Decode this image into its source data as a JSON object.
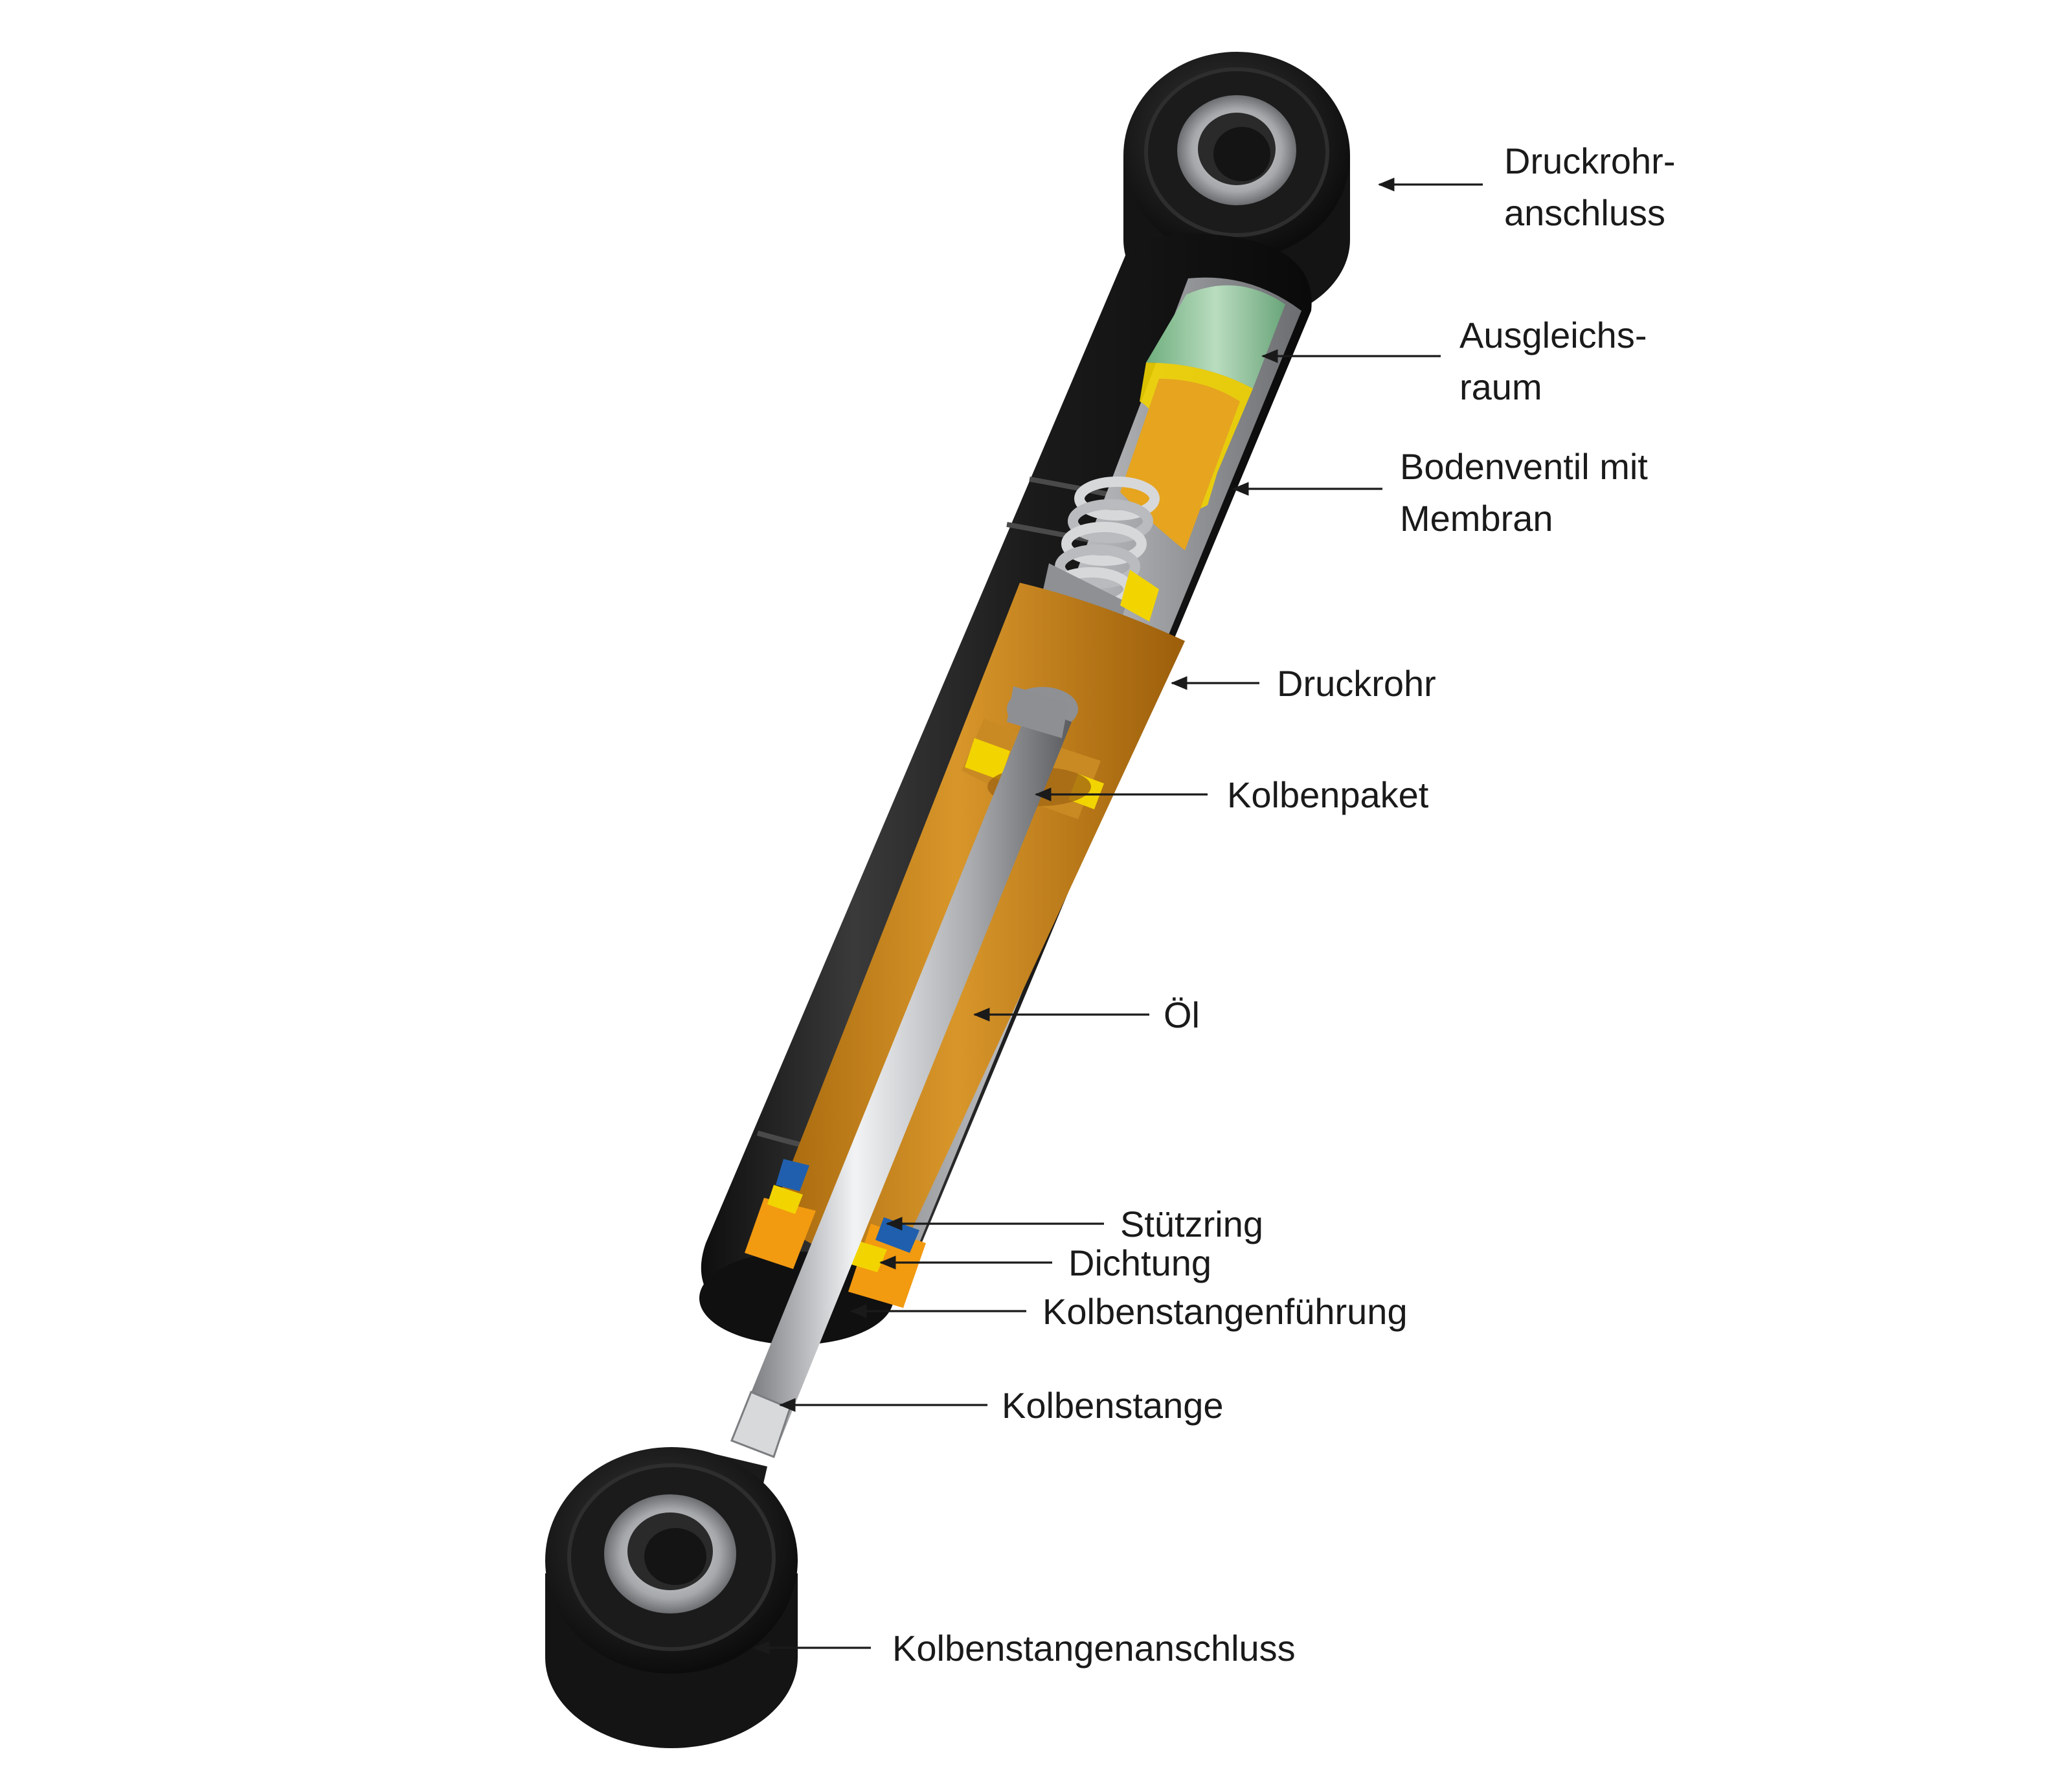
{
  "labels": {
    "druckrohranschluss_1": "Druckrohr-",
    "druckrohranschluss_2": "anschluss",
    "ausgleichsraum_1": "Ausgleichs-",
    "ausgleichsraum_2": "raum",
    "bodenventil_1": "Bodenventil mit",
    "bodenventil_2": "Membran",
    "druckrohr": "Druckrohr",
    "kolbenpaket": "Kolbenpaket",
    "oel": "Öl",
    "stuetzring": "Stützring",
    "dichtung": "Dichtung",
    "kolbenstangenfuehrung": "Kolbenstangenführung",
    "kolbenstange": "Kolbenstange",
    "kolbenstangenanschluss": "Kolbenstangenanschluss"
  },
  "colors": {
    "housing": "#222222",
    "oil": "#d08a1e",
    "gas": "#8fc49a",
    "membrane": "#f2d400",
    "guide": "#f29a10",
    "support_ring": "#1f5fae",
    "rod": "#c9cbcf"
  }
}
